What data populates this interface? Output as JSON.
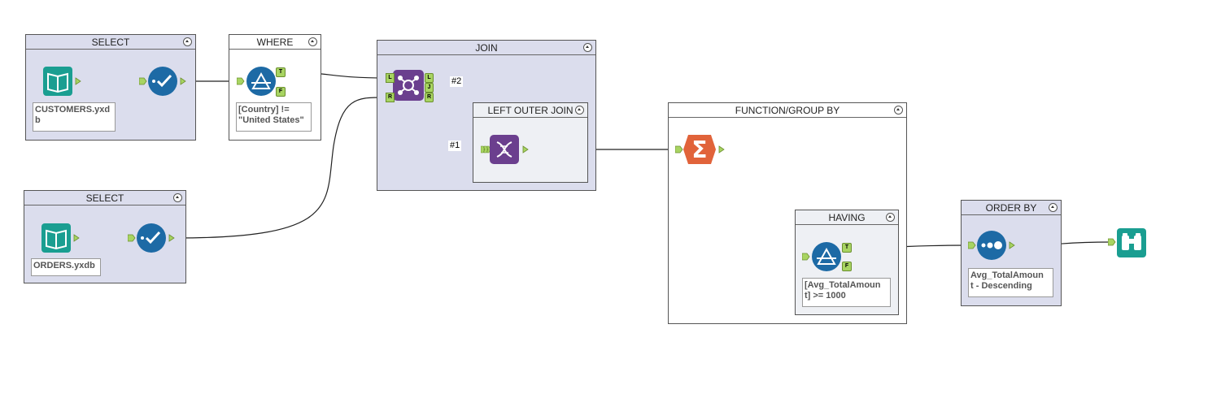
{
  "containers": {
    "select_customers": "SELECT",
    "where": "WHERE",
    "join": "JOIN",
    "left_outer_join": "LEFT OUTER JOIN",
    "select_orders": "SELECT",
    "function_group_by": "FUNCTION/GROUP BY",
    "having": "HAVING",
    "order_by": "ORDER BY"
  },
  "annotations": {
    "customers_input": "CUSTOMERS.yxd\nb",
    "orders_input": "ORDERS.yxdb",
    "where_filter": "[Country] !=\n\"United States\"",
    "having_filter": "[Avg_TotalAmoun\nt] >= 1000",
    "sort": "Avg_TotalAmoun\nt - Descending"
  },
  "join_anchors": {
    "left": "L",
    "join": "J",
    "right": "R"
  },
  "filter_anchors": {
    "true": "T",
    "false": "F"
  },
  "connection_tags": {
    "tag2": "#2",
    "tag1": "#1"
  },
  "colors": {
    "input_teal": "#1a9e91",
    "select_blue": "#1d6aa5",
    "join_purple": "#6b3f8e",
    "summarize_orange": "#e1633a",
    "anchor_green": "#a8d462"
  }
}
